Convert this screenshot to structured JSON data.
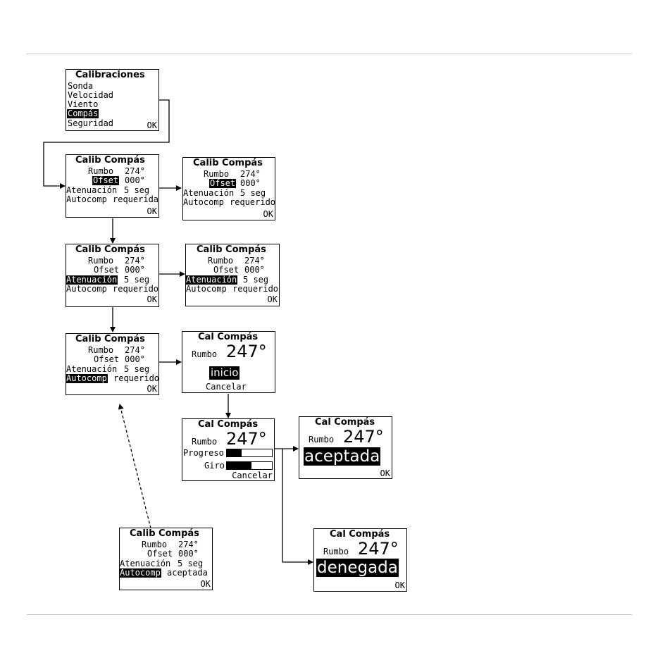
{
  "calibraciones": {
    "title": "Calibraciones",
    "items": [
      "Sonda",
      "Velocidad",
      "Viento",
      "Compás",
      "Seguridad"
    ],
    "ok": "OK"
  },
  "calib": {
    "title": "Calib Compás",
    "rumbo": "Rumbo",
    "rumbo_val": "274°",
    "ofset": "Ofset",
    "ofset_val": "000°",
    "aten": "Atenuación",
    "aten_val": "5 seg",
    "autocomp": "Autocomp",
    "requerido": "requerido",
    "requerida": "requerida",
    "aceptada": "aceptada",
    "ok": "OK"
  },
  "cal": {
    "title": "Cal Compás",
    "rumbo": "Rumbo",
    "rumbo_val": "247°",
    "inicio": "inicio",
    "cancelar": "Cancelar",
    "progreso": "Progreso",
    "giro": "Giro",
    "aceptada": "aceptada",
    "denegada": "denegada",
    "ok": "OK",
    "progreso_fraction": 0.33,
    "giro_fraction": 0.55
  }
}
